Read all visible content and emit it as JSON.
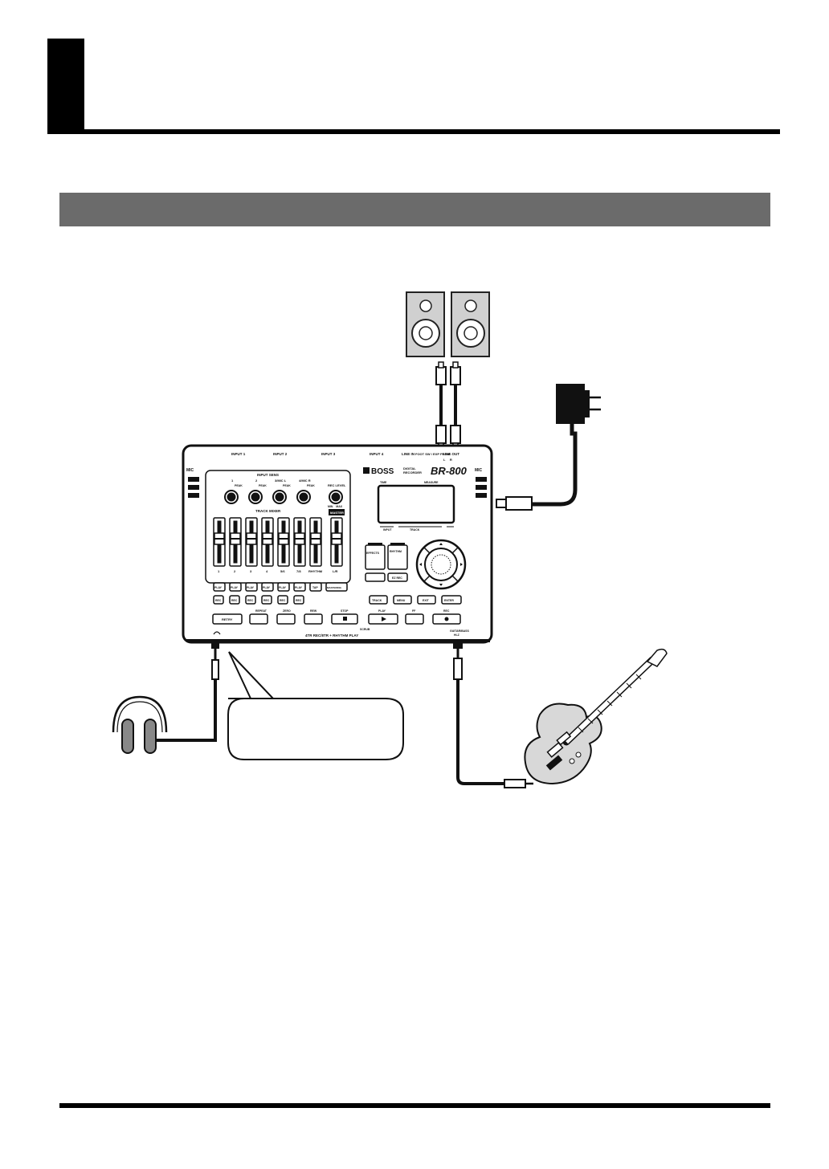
{
  "device": {
    "brand": "BOSS",
    "subtitle_line1": "DIGITAL",
    "subtitle_line2": "RECORDER",
    "model": "BR-800",
    "top_jacks": [
      "INPUT 1",
      "INPUT 2",
      "INPUT 3",
      "INPUT 4",
      "LINE IN",
      "FOOT SW / EXP PEDAL",
      "LINE OUT"
    ],
    "line_out_lr": "L     R",
    "mic_left": "MIC",
    "mic_right": "MIC",
    "input_sens": "INPUT SENS",
    "knob_labels": [
      "1",
      "2",
      "3/MIC L",
      "4/MIC R"
    ],
    "peak": "PEAK",
    "rec_level": "REC LEVEL",
    "rec_level_range": "MIN    MAX",
    "track_mixer": "TRACK MIXER",
    "master": "MASTER",
    "fader_labels": [
      "1",
      "2",
      "3",
      "4",
      "5/6",
      "7/8",
      "RHYTHM"
    ],
    "master_fader_label": "L/R",
    "display_left": "TIME",
    "display_right": "MEASURE",
    "display_input": "INPUT",
    "display_track": "TRACK",
    "effects_button": "EFFECTS",
    "rhythm_button": "RHYTHM",
    "ez_rec": "EZ REC",
    "play": "PLAY",
    "rec": "REC",
    "tap": "TAP",
    "mastering": "MASTERING",
    "track": "TRACK",
    "menu": "MENU",
    "exit": "EXIT",
    "enter": "ENTER",
    "repeat": "REPEAT",
    "zero": "ZERO",
    "rew": "REW",
    "stop": "STOP",
    "ff": "FF",
    "retry": "RETRY",
    "scrub": "SCRUB",
    "mode_text": "4TR REC/8TR + RHYTHM PLAY",
    "guitar_bass": "GUITAR/BASS",
    "hi_z": "HI-Z"
  },
  "colors": {
    "section_bar": "#6b6b6b",
    "speaker_box": "#d0d0d0",
    "guitar_body": "#d8d8d8",
    "headphone_pad": "#888888"
  }
}
